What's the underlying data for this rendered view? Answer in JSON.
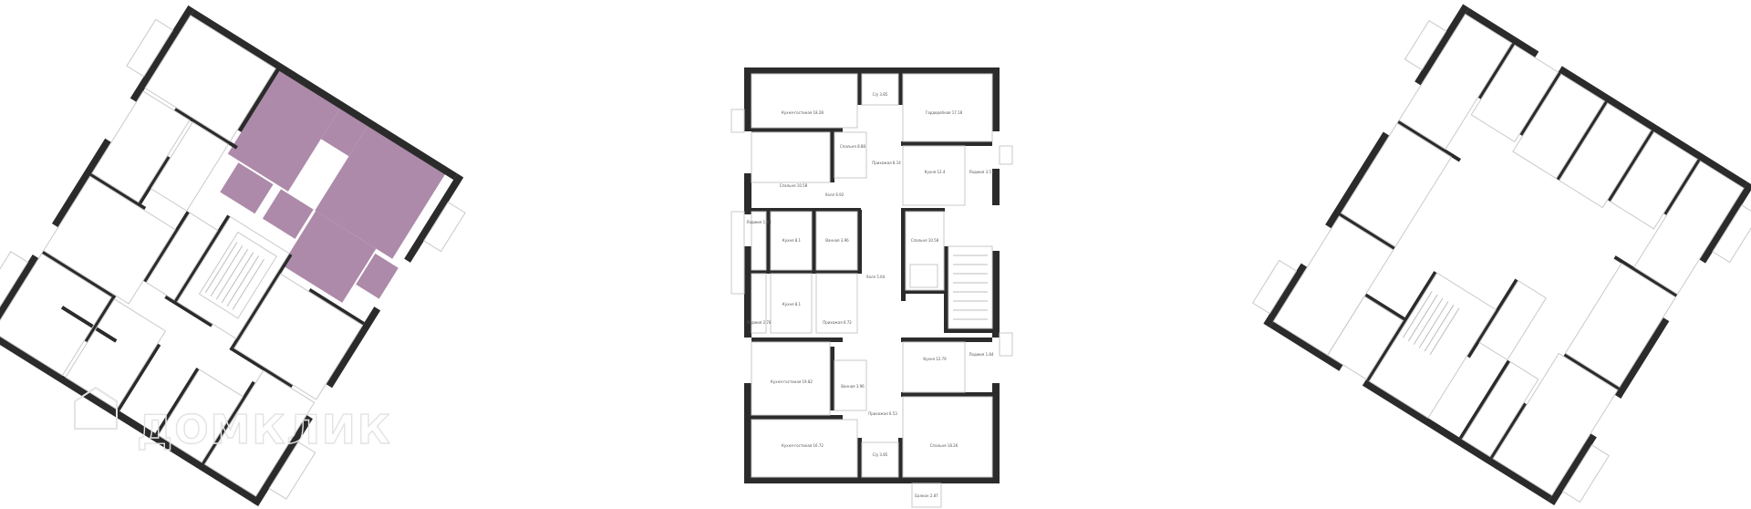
{
  "watermark": {
    "text": "ДОМКЛИК"
  },
  "center_plan": {
    "labels": [
      "Кухня-гостиная 18.28",
      "С/у 3.85",
      "Гардеробная 17.18",
      "Спальня 8.88",
      "Спальня 10.58",
      "Кухня 12.4",
      "Лоджия 3.51",
      "Прихожая 8.14",
      "Холл 6.92",
      "Лоджия 1.84",
      "Кухня 8.1",
      "Ванная 3.96",
      "Спальня 10.58",
      "Холл 5.64",
      "Кухня 8.1",
      "Лоджия 2.78",
      "Прихожая 6.72",
      "Кухня 12.79",
      "Лоджия 1.84",
      "Ванная 3.96",
      "Кухня-гостиная 19.82",
      "Прихожая 6.53",
      "Спальня 18.26",
      "Кухня-гостиная 16.72",
      "С/у 3.85",
      "Балкон 2.87"
    ]
  }
}
